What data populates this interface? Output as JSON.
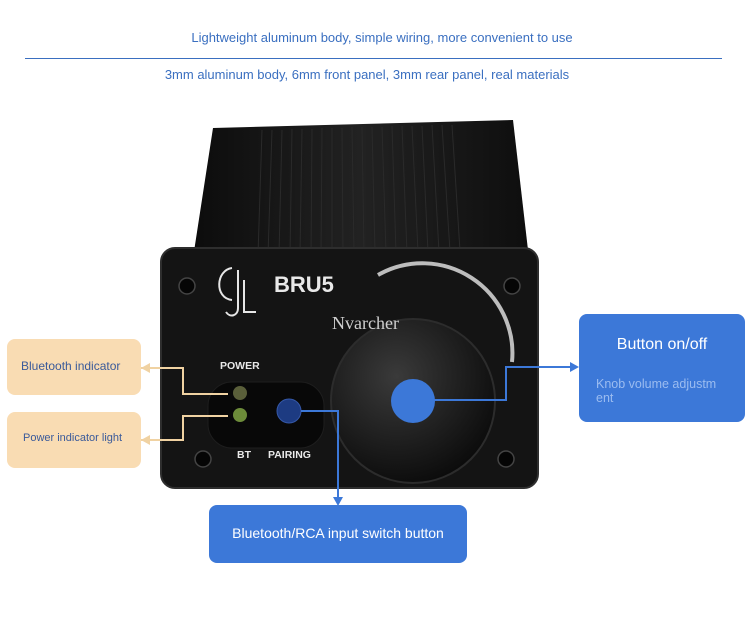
{
  "header": {
    "caption_top": "Lightweight aluminum body, simple wiring, more convenient to use",
    "caption_sub": "3mm aluminum body, 6mm front panel, 3mm rear panel, real materials"
  },
  "device": {
    "model": "BRU5",
    "logo_text": "GJL",
    "label_power": "POWER",
    "label_bt": "BT",
    "label_pairing": "PAIRING",
    "watermark": "Nvarcher"
  },
  "callouts": {
    "bluetooth_indicator": "Bluetooth indicator",
    "power_indicator": "Power indicator light",
    "button_onoff_title": "Button on/off",
    "button_onoff_sub_line1": "Knob volume adjustm",
    "button_onoff_sub_line2": "ent",
    "input_switch": "Bluetooth/RCA input switch button"
  },
  "colors": {
    "caption_blue": "#3a6fc0",
    "callout_blue": "#3c78d8",
    "callout_peach": "#f9dcb3",
    "device_black": "#141414"
  }
}
